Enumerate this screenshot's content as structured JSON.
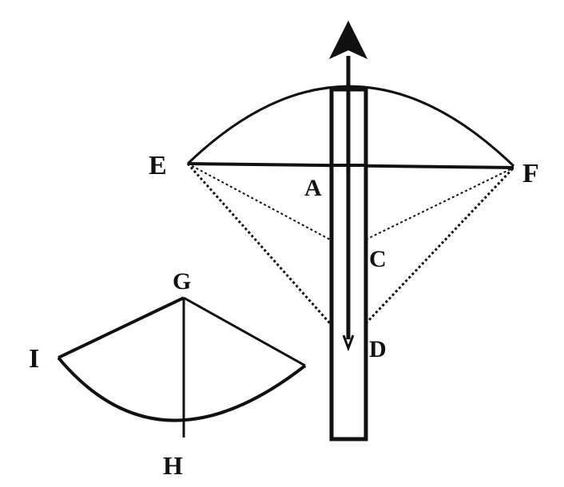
{
  "labels": {
    "e": "E",
    "f": "F",
    "a": "A",
    "c": "C",
    "d": "D",
    "g": "G",
    "i": "I",
    "h": "H"
  },
  "colors": {
    "ink": "#111111",
    "paper": "#ffffff"
  }
}
